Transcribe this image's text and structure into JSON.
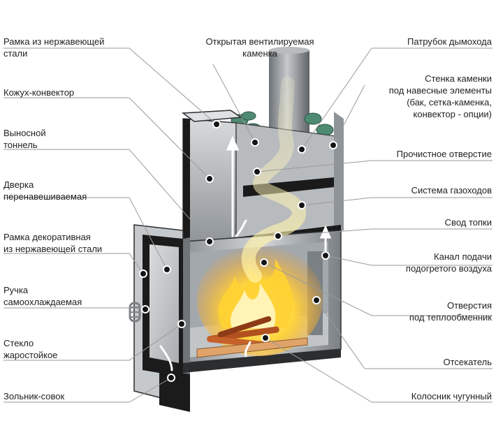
{
  "labels": {
    "frame_steel": "Рамка из нержавеющей\nстали",
    "casing_convector": "Кожух-конвектор",
    "remote_tunnel": "Выносной\nтоннель",
    "door": "Дверка\nперенавешиваемая",
    "decor_frame": "Рамка декоративная\nиз нержавеющей стали",
    "handle": "Ручка\nсамоохлаждаемая",
    "glass": "Стекло\nжаростойкое",
    "ash_pan": "Зольник-совок",
    "open_stove": "Открытая вентилируемая\nкаменка",
    "chimney_pipe": "Патрубок дымохода",
    "stove_wall": "Стенка каменки\nпод навесные элементы\n(бак, сетка-каменка,\nконвектор - опции)",
    "cleanout_hole": "Прочистное отверстие",
    "flue_system": "Система газоходов",
    "firebox_vault": "Свод топки",
    "air_channel": "Канал подачи\nподогретого воздуха",
    "heat_exchanger_holes": "Отверстия\nпод теплообменник",
    "cutoff": "Отсекатель",
    "grate": "Колосник чугунный"
  },
  "colors": {
    "steel_light": "#c9ccce",
    "steel_mid": "#9ea3a7",
    "steel_dark": "#5f6468",
    "black": "#151515",
    "stone": "#4f8a72",
    "flame": "#ffcf3a",
    "flame_core": "#fff4b0",
    "leader": "#9a9a9a"
  }
}
